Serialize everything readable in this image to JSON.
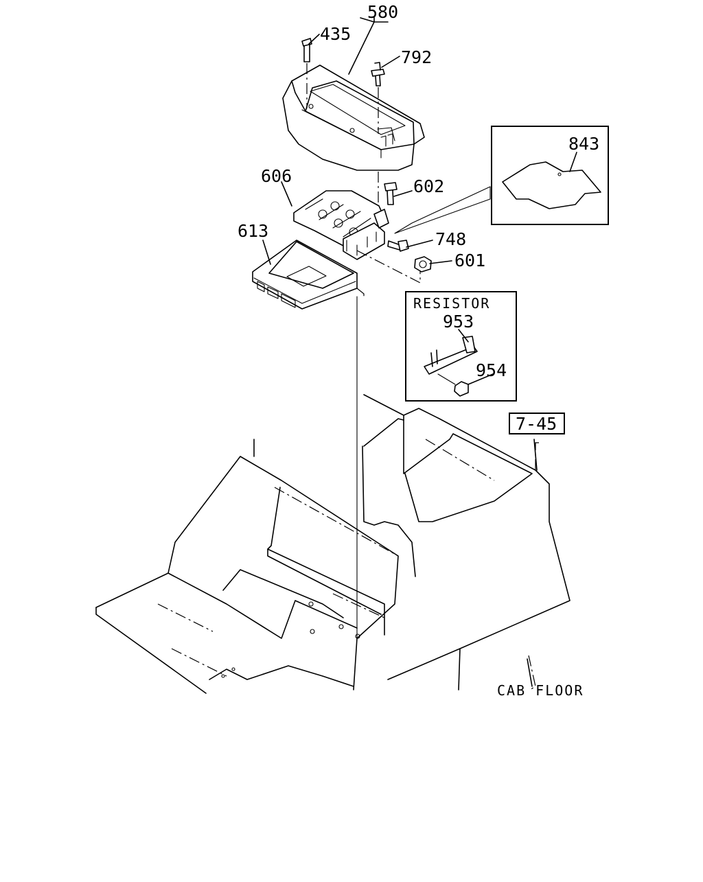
{
  "callouts": {
    "p580": "580",
    "p435": "435",
    "p792": "792",
    "p843": "843",
    "p606": "606",
    "p602": "602",
    "p613": "613",
    "p748": "748",
    "p601": "601",
    "p953": "953",
    "p954": "954"
  },
  "labels": {
    "resistor": "RESISTOR",
    "ref": "7-45",
    "cab_floor": "CAB FLOOR"
  }
}
